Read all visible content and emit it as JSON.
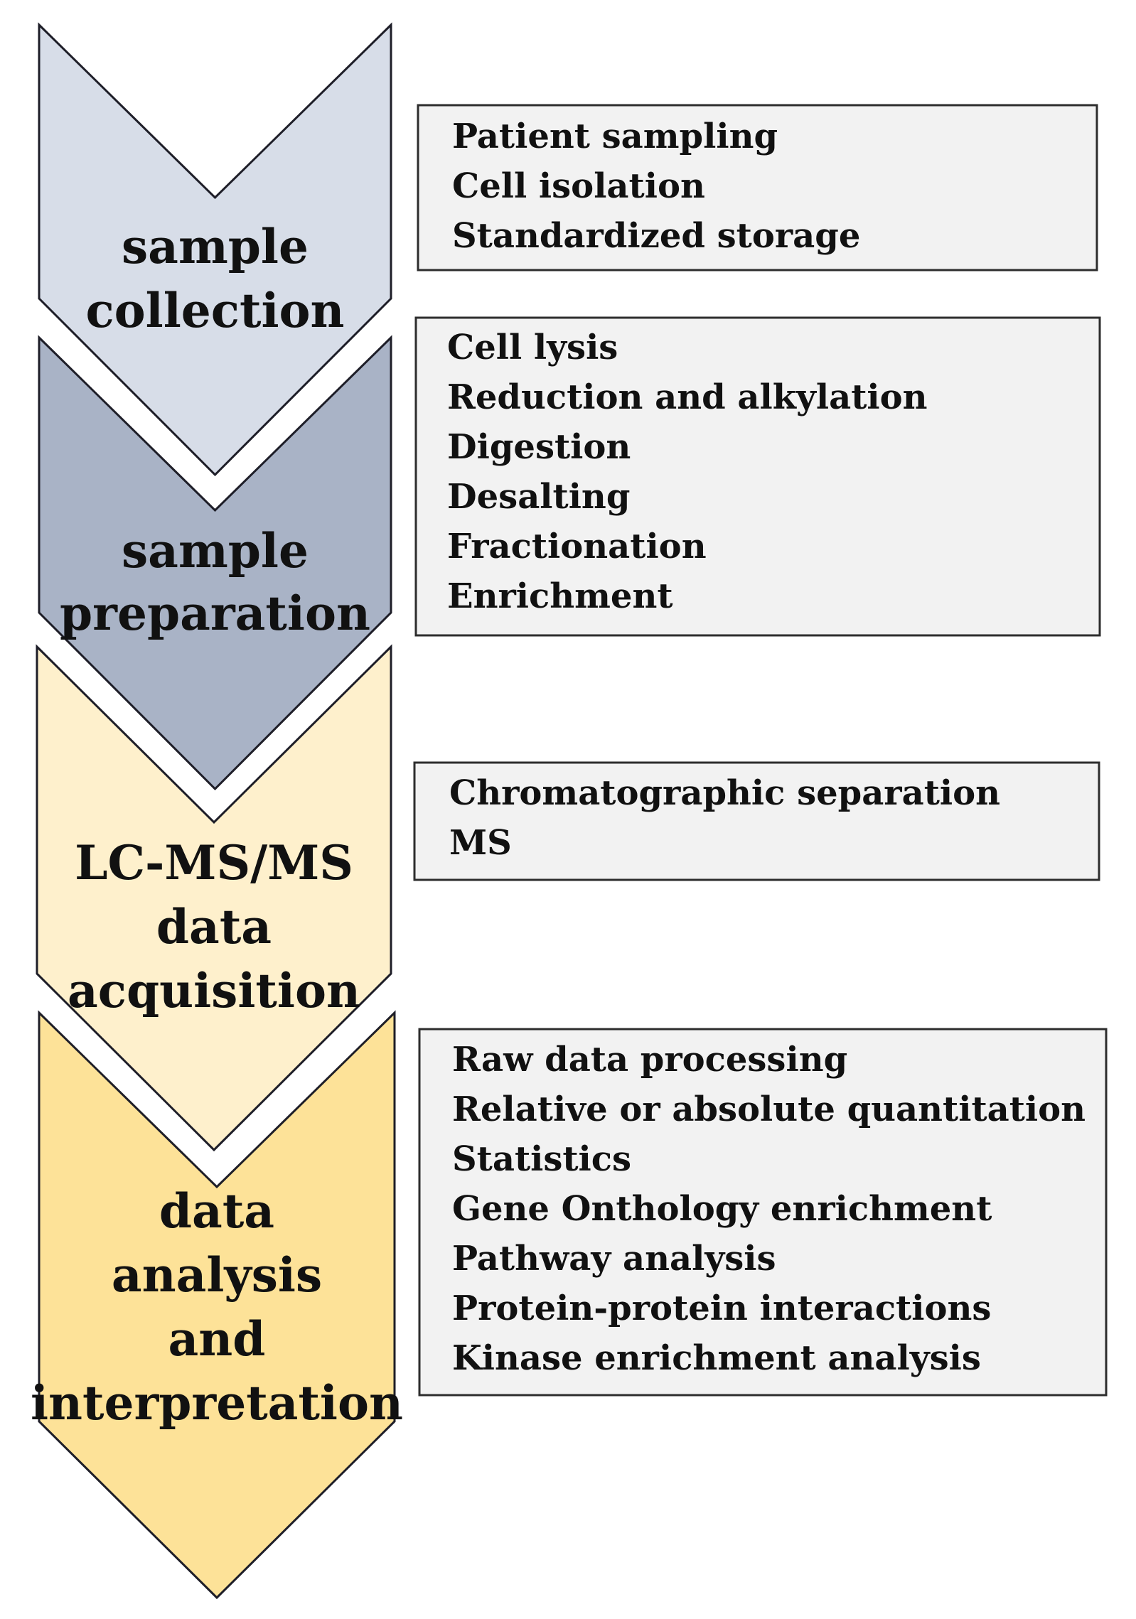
{
  "stages": [
    {
      "label_lines": [
        "sample",
        "collection"
      ],
      "color": "#d7dde8",
      "steps": [
        "Patient sampling",
        "Cell isolation",
        "Standardized storage"
      ]
    },
    {
      "label_lines": [
        "sample",
        "preparation"
      ],
      "color": "#a9b3c6",
      "steps": [
        "Cell lysis",
        "Reduction and alkylation",
        "Digestion",
        "Desalting",
        "Fractionation",
        "Enrichment"
      ]
    },
    {
      "label_lines": [
        "LC-MS/MS",
        "data",
        "acquisition"
      ],
      "color": "#fef0cc",
      "steps": [
        "Chromatographic separation",
        "MS"
      ]
    },
    {
      "label_lines": [
        "data",
        "analysis",
        "and",
        "interpretation"
      ],
      "color": "#fde298",
      "steps": [
        "Raw data processing",
        "Relative or absolute quantitation",
        "Statistics",
        "Gene Onthology enrichment",
        "Pathway analysis",
        "Protein-protein interactions",
        "Kinase enrichment analysis"
      ]
    }
  ]
}
